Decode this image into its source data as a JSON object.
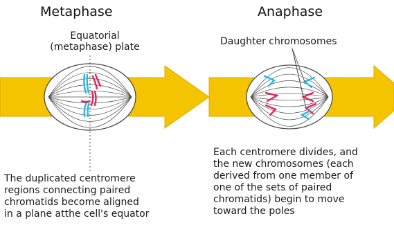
{
  "colors": {
    "arrow": "#f5c400",
    "arrow_edge": "#e0a800",
    "spindle": "#4a4a4a",
    "chromosome_red": "#e0245e",
    "chromosome_blue": "#2bb5e8"
  },
  "metaphase": {
    "title": "Metaphase",
    "plate_label_line1": "Equatorial",
    "plate_label_line2": "(metaphase) plate",
    "caption_lines": [
      "The duplicated centromere",
      "regions connecting paired",
      "chromatids become aligned",
      "in a plane atthe cell's equator"
    ]
  },
  "anaphase": {
    "title": "Anaphase",
    "pointer_label": "Daughter chromosomes",
    "caption_lines": [
      "Each centromere divides, and",
      "the new chromosomes (each",
      "derived from one member of",
      "one of the sets of paired",
      "chromatids) begin to move",
      "toward the poles"
    ]
  }
}
